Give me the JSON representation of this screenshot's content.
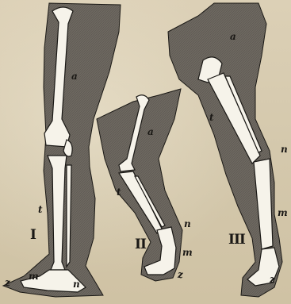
{
  "figure": {
    "background": "#d9cdb2",
    "ink": "#1a1815",
    "shade": "#6d6860",
    "bone": "#f6f3ea"
  },
  "panels": [
    {
      "numeral": "I",
      "letters": {
        "a": "a",
        "t": "t",
        "z": "z",
        "m": "m",
        "n": "n"
      }
    },
    {
      "numeral": "II",
      "letters": {
        "a": "a",
        "t": "t",
        "n": "n",
        "m": "m",
        "z": "z"
      }
    },
    {
      "numeral": "III",
      "letters": {
        "a": "a",
        "t": "t",
        "n": "n",
        "m": "m",
        "z": "z"
      }
    }
  ]
}
